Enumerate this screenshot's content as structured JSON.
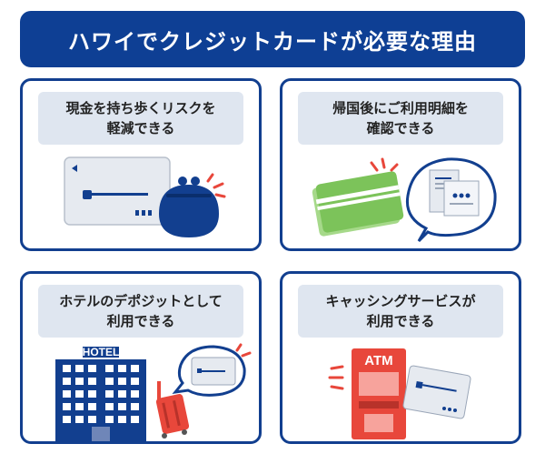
{
  "title": "ハワイでクレジットカードが必要な理由",
  "panels": [
    {
      "line1": "現金を持ち歩くリスクを",
      "line2": "軽減できる"
    },
    {
      "line1": "帰国後にご利用明細を",
      "line2": "確認できる"
    },
    {
      "line1": "ホテルのデポジットとして",
      "line2": "利用できる"
    },
    {
      "line1": "キャッシングサービスが",
      "line2": "利用できる"
    }
  ],
  "labels": {
    "hotel": "HOTEL",
    "atm": "ATM"
  },
  "colors": {
    "navy": "#0e3f94",
    "caption_bg": "#dfe6f0",
    "card_green": "#7cc35a",
    "red": "#e8473b"
  }
}
